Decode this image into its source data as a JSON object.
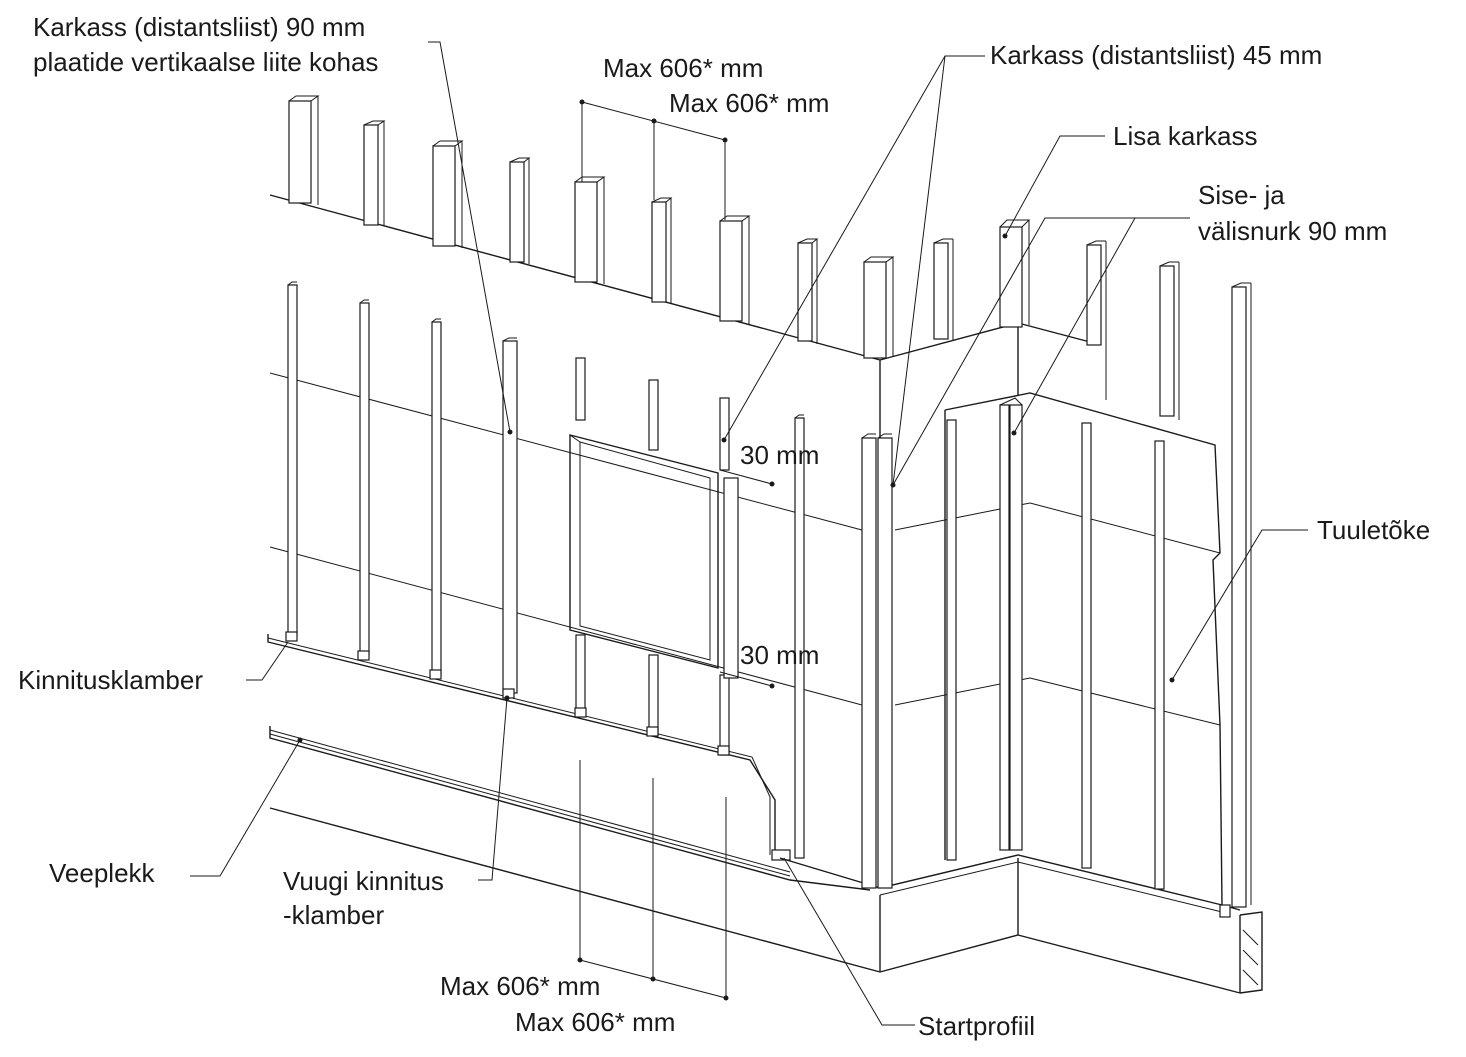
{
  "labels": {
    "karkass_90_line1": "Karkass (distantsliist) 90 mm",
    "karkass_90_line2": "plaatide vertikaalse liite kohas",
    "max_top_1": "Max 606* mm",
    "max_top_2": "Max 606* mm",
    "karkass_45": "Karkass (distantsliist) 45 mm",
    "lisa_karkass": "Lisa karkass",
    "corner_line1": "Sise- ja",
    "corner_line2": "välisnurk 90 mm",
    "gap_top": "30 mm",
    "gap_bottom": "30 mm",
    "tuuletoke": "Tuuletõke",
    "kinnitusklamber": "Kinnitusklamber",
    "veeplekk": "Veeplekk",
    "vuugi_line1": "Vuugi kinnitus",
    "vuugi_line2": "-klamber",
    "max_bottom_1": "Max 606* mm",
    "max_bottom_2": "Max 606* mm",
    "startprofiil": "Startprofiil"
  }
}
